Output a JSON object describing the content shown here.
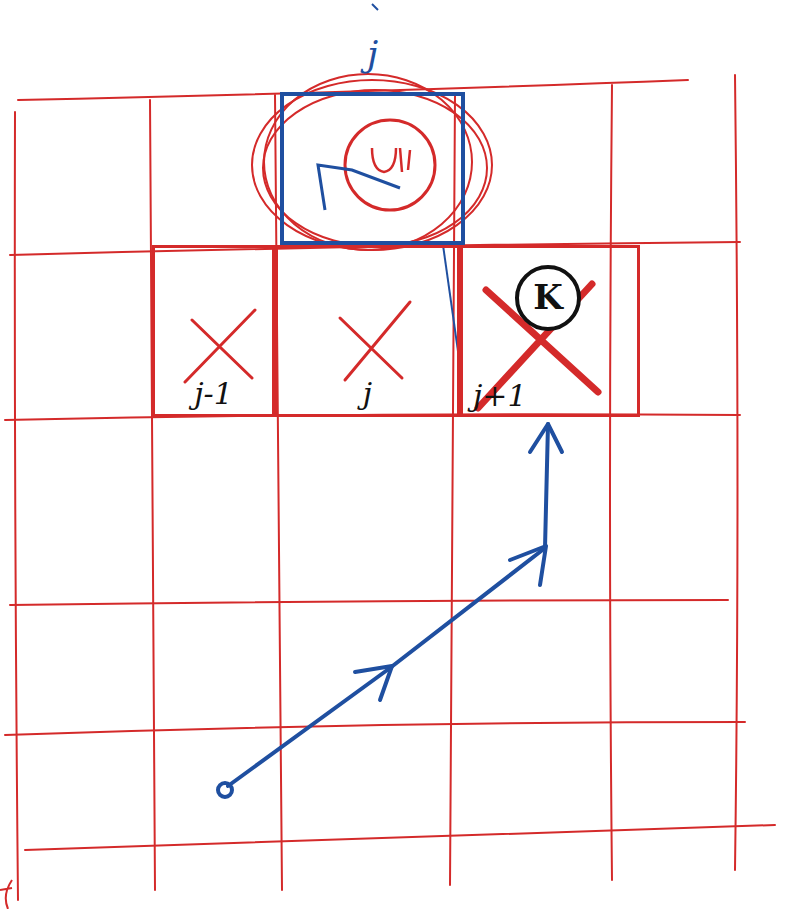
{
  "diagram": {
    "nodes": [
      {
        "text": [
          "j"
        ]
      },
      {
        "text": [
          "j-1"
        ]
      },
      {
        "text": [
          "j"
        ]
      },
      {
        "text": [
          "j+1"
        ]
      },
      {
        "text": [
          "K"
        ],
        "in": 3
      }
    ],
    "edges": [
      {
        "from": 0,
        "to": 3,
        "arrow": "none"
      }
    ]
  }
}
